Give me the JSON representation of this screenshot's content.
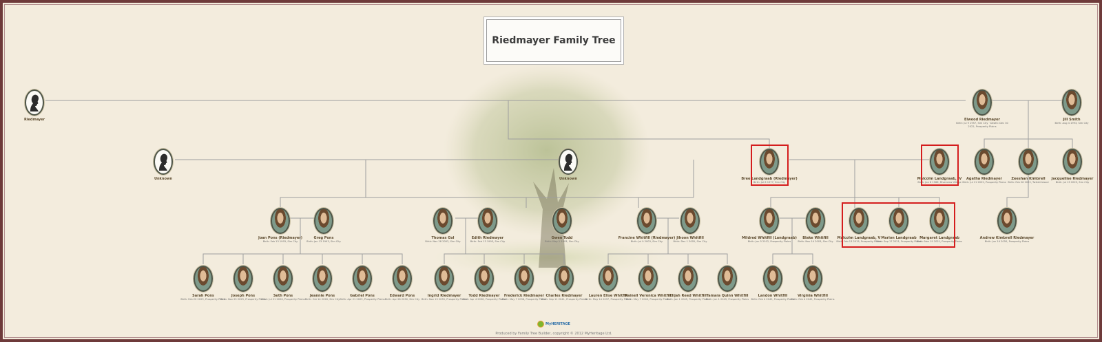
{
  "title": "Riedmayer Family Tree",
  "credit": {
    "logo_text": "MyHERITAGE",
    "text": "Produced by Family Tree Builder, copyright © 2012 MyHeritage Ltd."
  },
  "colors": {
    "frame": "#6e3a3a",
    "background": "#f3ecdd",
    "line": "#9e9e9e",
    "highlight": "#d41d1d"
  },
  "people": {
    "riedmayer": {
      "name": "Riedmayer",
      "info": "",
      "portrait": "silhouette"
    },
    "unknown": {
      "name": "Unknown",
      "info": "",
      "portrait": "silhouette"
    },
    "unknown2": {
      "name": "Unknown",
      "info": "",
      "portrait": "silhouette"
    },
    "elwood": {
      "name": "Elwood Riedmayer",
      "info": "Birth: Jul 9 1957, Sim City · Death: Dec 30 2022, Prosperity Plains",
      "portrait": "photo"
    },
    "jill": {
      "name": "Jill Smith",
      "info": "Birth: Aug 4 1993, Sim City",
      "portrait": "photo"
    },
    "bree": {
      "name": "Bree Landgraab (Riedmayer)",
      "info": "Birth: Jul 6 1977, Sim City",
      "portrait": "photo"
    },
    "malcolm4": {
      "name": "Malcolm Landgraab, IV",
      "info": "Birth: Jan 6 1966, Riverview Village",
      "portrait": "photo"
    },
    "agatha": {
      "name": "Agatha Riedmayer",
      "info": "Birth: Jul 11 2022, Prosperity Plains",
      "portrait": "photo"
    },
    "zeeshan": {
      "name": "Zeeshan Kimbrell",
      "info": "Birth: Feb 26 2022, Twikkii Island",
      "portrait": "photo"
    },
    "jacqueline": {
      "name": "Jacqueline Riedmayer",
      "info": "Birth: Jul 15 2023, Sim City",
      "portrait": "photo"
    },
    "joan": {
      "name": "Joan Pons (Riedmayer)",
      "info": "Birth: Feb 13 1993, Sim City",
      "portrait": "photo"
    },
    "greg": {
      "name": "Greg Pons",
      "info": "Birth: Jan 13 1993, Sim City",
      "portrait": "photo"
    },
    "thomas": {
      "name": "Thomas Gol",
      "info": "Birth: Nov 28 2002, Sim City",
      "portrait": "photo"
    },
    "edith": {
      "name": "Edith Riedmayer",
      "info": "Birth: Feb 13 1993, Sim City",
      "portrait": "photo"
    },
    "gwen": {
      "name": "Gwen Todd",
      "info": "Birth: May 1 1993, Sim City",
      "portrait": "photo"
    },
    "francine": {
      "name": "Francine Whitfill (Riedmayer)",
      "info": "Birth: Jul 9 2003, Sim City",
      "portrait": "photo"
    },
    "jihoon": {
      "name": "Jihoon Whitfill",
      "info": "Birth: Dec 1 2005, Sim City",
      "portrait": "photo"
    },
    "mildred": {
      "name": "Mildred Whitfill (Landgraab)",
      "info": "Birth: Jun 5 2012, Prosperity Plains",
      "portrait": "photo"
    },
    "blake": {
      "name": "Blake Whitfill",
      "info": "Birth: Nov 14 2003, Sim City",
      "portrait": "photo"
    },
    "malcolm5": {
      "name": "Malcolm Landgraab, V",
      "info": "Birth: Feb 13 2015, Prosperity Plains",
      "portrait": "photo"
    },
    "marion": {
      "name": "Marion Landgraab",
      "info": "Birth: Sep 17 2021, Prosperity Plains",
      "portrait": "photo"
    },
    "margaret": {
      "name": "Margaret Landgraab",
      "info": "Birth: Nov 19 2021, Prosperity Plains",
      "portrait": "photo"
    },
    "andrew": {
      "name": "Andrew Kimbrell Riedmayer",
      "info": "Birth: Jun 14 2050, Prosperity Plains",
      "portrait": "photo"
    },
    "sarah": {
      "name": "Sarah Pons",
      "info": "Birth: Feb 20 2029, Prosperity Plains",
      "portrait": "photo"
    },
    "joseph": {
      "name": "Joseph Pons",
      "info": "Birth: Nov 25 2025, Prosperity Plains",
      "portrait": "photo"
    },
    "seth": {
      "name": "Seth Pons",
      "info": "Birth: Jul 21 2026, Prosperity Plains",
      "portrait": "photo"
    },
    "jeannie": {
      "name": "Jeannie Pons",
      "info": "Birth: Oct 14 2026, Sim City",
      "portrait": "photo"
    },
    "gabriel": {
      "name": "Gabriel Pons",
      "info": "Birth: Apr 21 2029, Prosperity Plains",
      "portrait": "photo"
    },
    "edward": {
      "name": "Edward Pons",
      "info": "Birth: Apr 28 2030, Sim City",
      "portrait": "photo"
    },
    "ingrid": {
      "name": "Ingrid Riedmayer",
      "info": "Birth: Nov 13 2035, Prosperity Plains",
      "portrait": "photo"
    },
    "todd": {
      "name": "Todd Riedmayer",
      "info": "Birth: Apr 4 2036, Prosperity Plains",
      "portrait": "photo"
    },
    "frederick": {
      "name": "Frederick Riedmayer",
      "info": "Birth: May 7 2038, Prosperity Plains",
      "portrait": "photo"
    },
    "charles": {
      "name": "Charles Riedmayer",
      "info": "Birth: Sep 11 2041, Prosperity Plains",
      "portrait": "photo"
    },
    "lauren": {
      "name": "Lauren Elise Whitfill",
      "info": "Birth: May 14 2037, Prosperity Plains",
      "portrait": "photo"
    },
    "rainell": {
      "name": "Rainell Veronica Whitfill",
      "info": "Birth: May 7 2040, Prosperity Plains",
      "portrait": "photo"
    },
    "elijah": {
      "name": "Elijah Reed Whitfill",
      "info": "Birth: Jan 1 2045, Prosperity Plains",
      "portrait": "photo"
    },
    "tamara": {
      "name": "Tamara Quinn Whitfill",
      "info": "Birth: Jun 1 2045, Prosperity Plains",
      "portrait": "photo"
    },
    "landon": {
      "name": "Landon Whitfill",
      "info": "Birth: Feb 4 2045, Prosperity Plains",
      "portrait": "photo"
    },
    "virginia": {
      "name": "Virginia Whitfill",
      "info": "Birth: Feb 4 2045, Prosperity Plains",
      "portrait": "photo"
    }
  }
}
